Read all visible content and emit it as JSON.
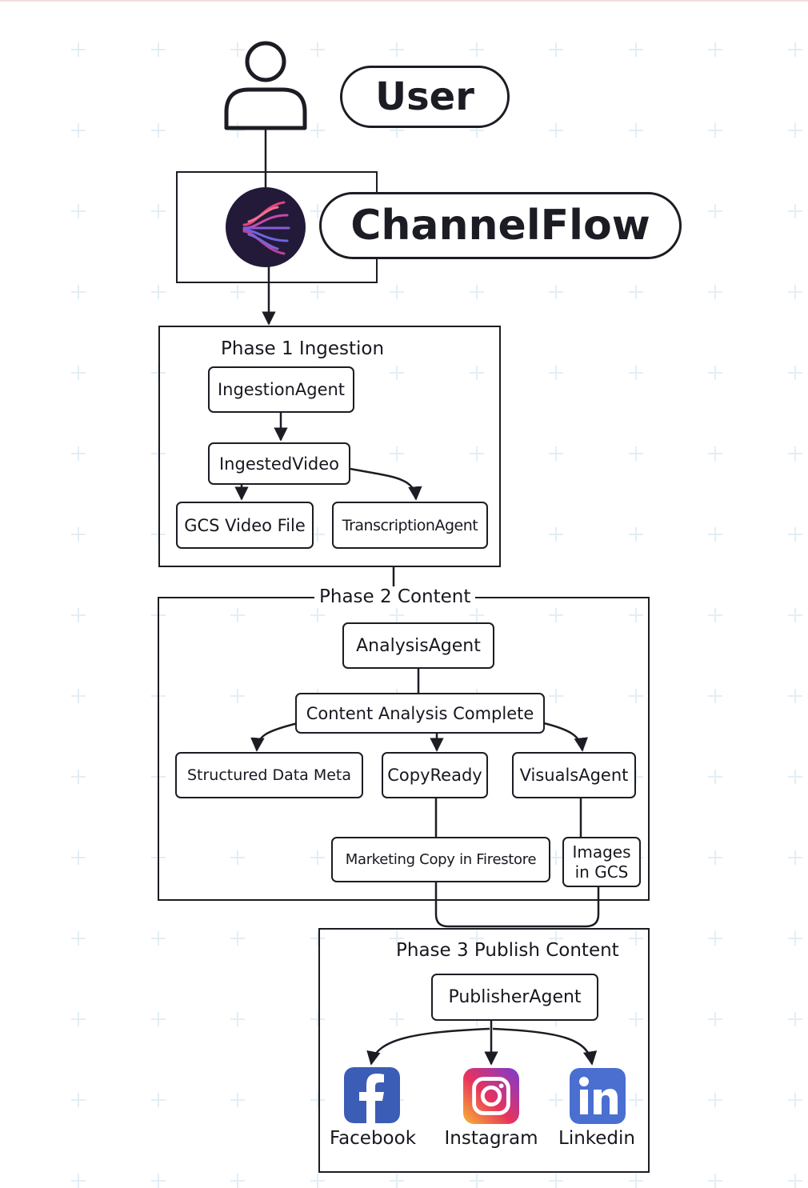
{
  "header": {
    "user_label": "User",
    "brand_name": "ChannelFlow"
  },
  "phase1": {
    "title": "Phase 1 Ingestion",
    "ingestion_agent": "IngestionAgent",
    "ingested_video": "IngestedVideo",
    "gcs_video_file": "GCS Video File",
    "transcription_agent": "TranscriptionAgent"
  },
  "phase2": {
    "title": "Phase 2 Content",
    "analysis_agent": "AnalysisAgent",
    "content_analysis_complete": "Content Analysis Complete",
    "structured_data_meta": "Structured Data Meta",
    "copy_ready": "CopyReady",
    "visuals_agent": "VisualsAgent",
    "marketing_copy": "Marketing Copy in Firestore",
    "images_in_gcs_line1": "Images",
    "images_in_gcs_line2": "in GCS"
  },
  "phase3": {
    "title": "Phase 3 Publish Content",
    "publisher_agent": "PublisherAgent",
    "channels": [
      {
        "label": "Facebook",
        "icon": "facebook-icon",
        "color": "#3b5db5"
      },
      {
        "label": "Instagram",
        "icon": "instagram-icon",
        "color": "#d8368a"
      },
      {
        "label": "Linkedin",
        "icon": "linkedin-icon",
        "color": "#4a6fd1"
      }
    ]
  },
  "colors": {
    "line": "#1c1c24",
    "logo_bg": "#231a3a",
    "logo_accent": "#e0457a",
    "grid_plus": "#e3eef5"
  }
}
